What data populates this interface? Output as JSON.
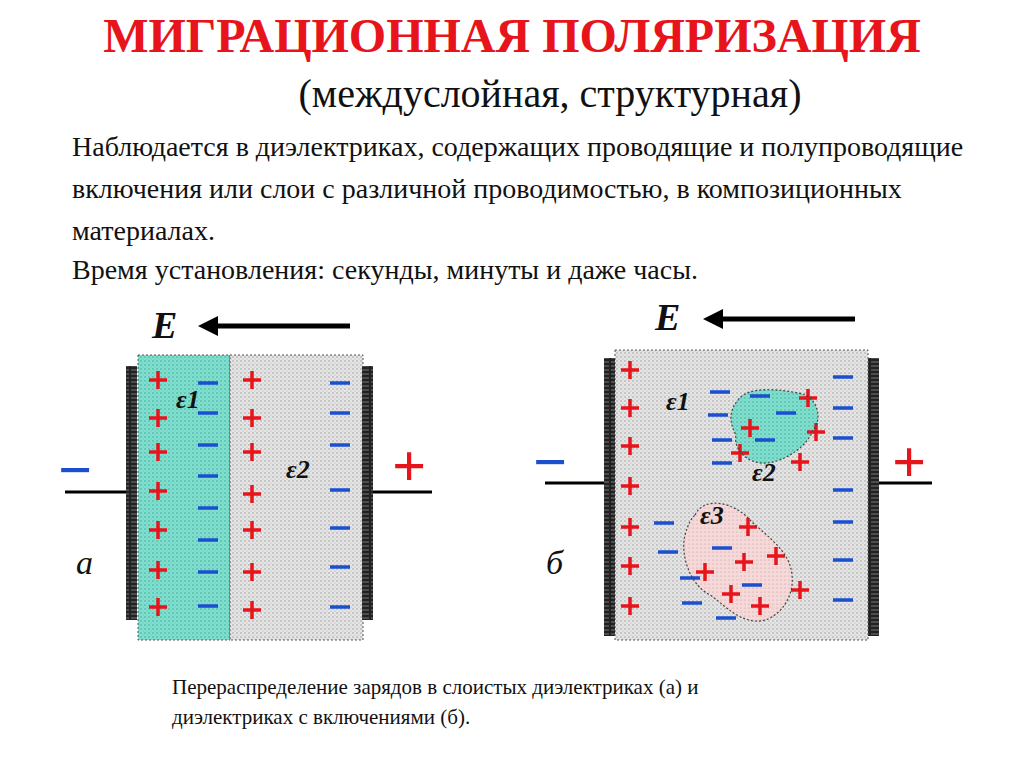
{
  "diagram": {
    "title": "МИГРАЦИОННАЯ  ПОЛЯРИЗАЦИЯ",
    "caption": "Перераспределение зарядов в слоистых диэлектриках (а) и диэлектриках с включениями (б).",
    "nodes": [
      {
        "text": [
          "ε1"
        ]
      },
      {
        "text": [
          "ε2"
        ]
      },
      {
        "text": [
          "ε2"
        ]
      },
      {
        "text": [
          "ε1"
        ],
        "in": 2
      },
      {
        "text": [
          "ε3"
        ],
        "in": 2
      }
    ],
    "labels": [
      "(междуслойная, структурная)",
      "Наблюдается в диэлектриках, содержащих проводящие и полупроводящие включения или слои с различной проводимостью, в композиционных материалах.",
      "Время установления:  секунды, минуты и даже часы.",
      "E",
      "E",
      "−",
      "+",
      "−",
      "+",
      "а",
      "б"
    ]
  }
}
